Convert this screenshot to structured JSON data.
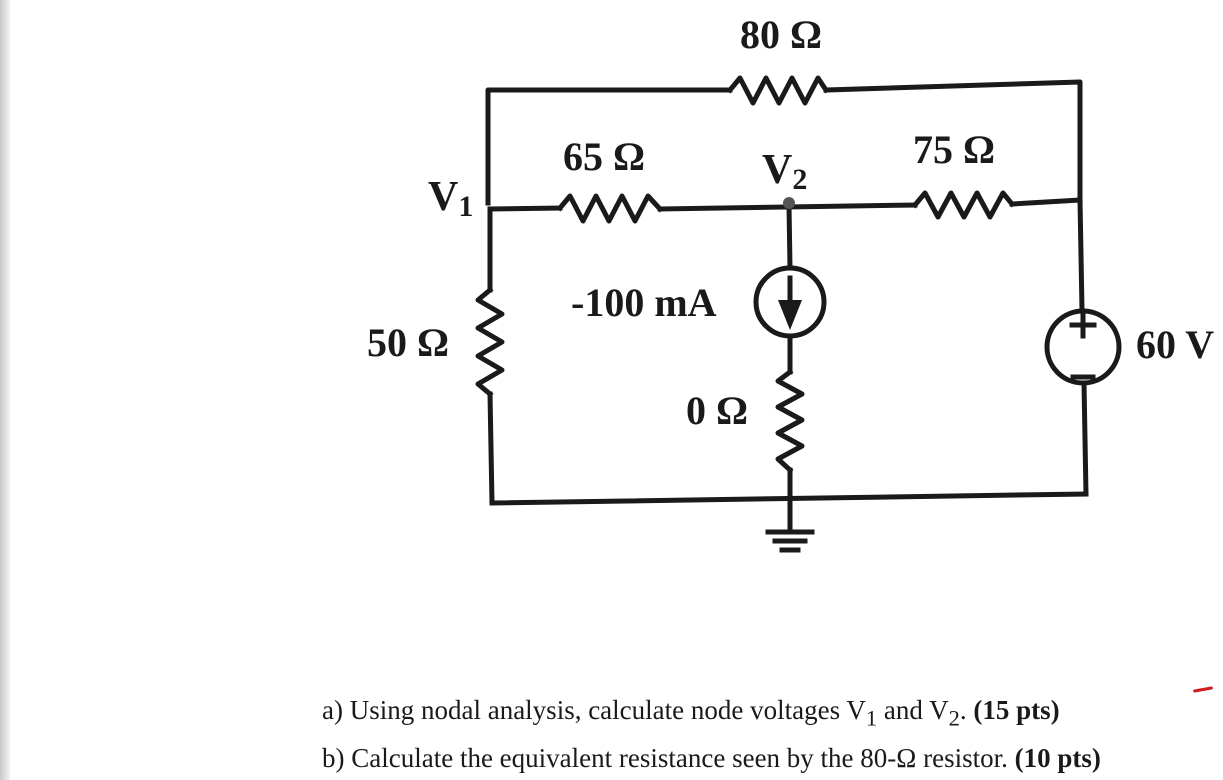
{
  "circuit": {
    "resistors": {
      "r_top": "80 Ω",
      "r_left_mid": "65 Ω",
      "r_right_mid": "75 Ω",
      "r_left_vertical": "50 Ω",
      "r_center_vertical": "0 Ω"
    },
    "current_source": "-100 mA",
    "voltage_source": "60 V",
    "nodes": {
      "v1_main": "V",
      "v1_sub": "1",
      "v2_main": "V",
      "v2_sub": "2"
    },
    "source_polarity": {
      "plus": "+",
      "minus": "−"
    }
  },
  "questions": {
    "a": {
      "text_start": "a) Using nodal analysis, calculate node voltages V",
      "sub1": "1",
      "text_mid": " and V",
      "sub2": "2",
      "text_end": ". ",
      "points": "(15 pts)"
    },
    "b": {
      "text": "b) Calculate the equivalent resistance seen by the 80-Ω resistor. ",
      "points": "(10 pts)"
    }
  }
}
